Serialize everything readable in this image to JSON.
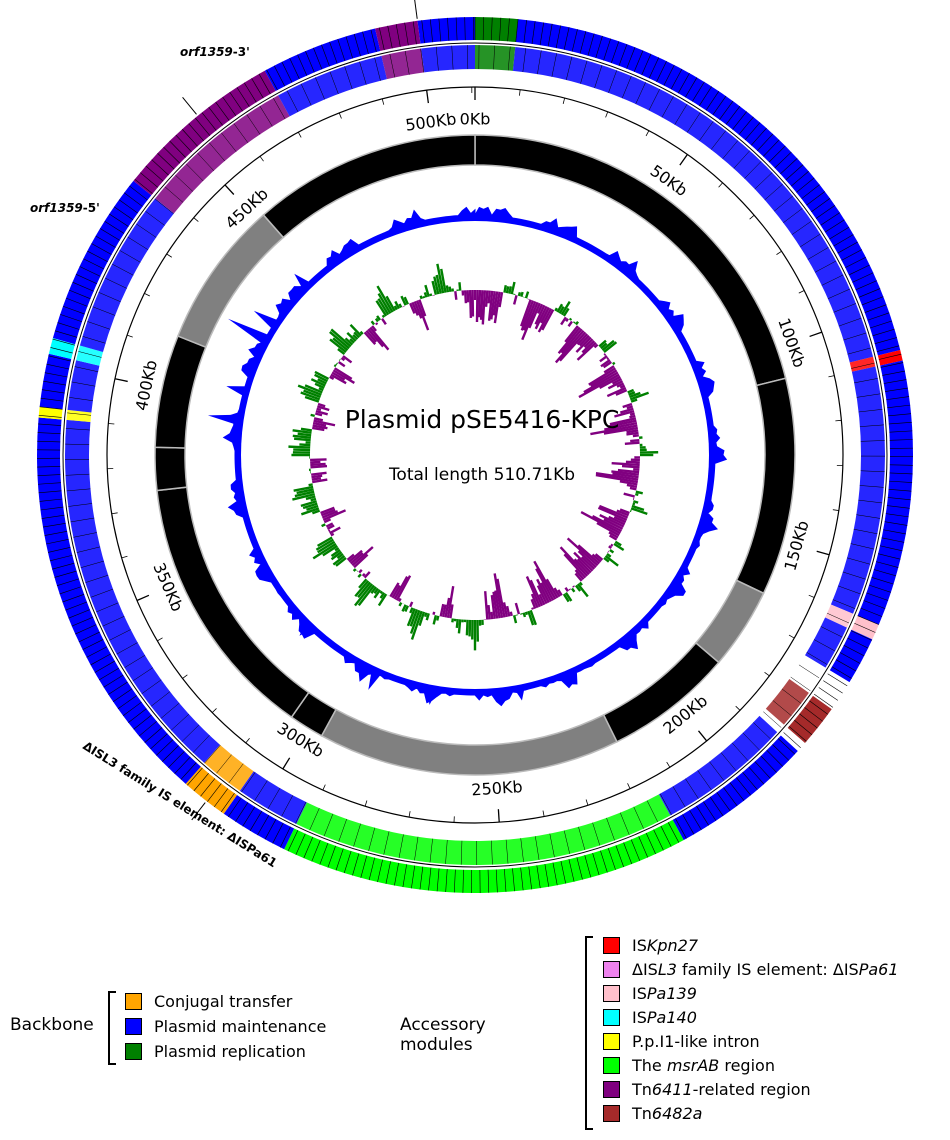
{
  "plasmid": {
    "title": "Plasmid pSE5416-KPC",
    "subtitle": "Total length 510.71Kb",
    "total_kb": 510.71
  },
  "ticks": [
    {
      "label": "0Kb",
      "kb": 0
    },
    {
      "label": "50Kb",
      "kb": 50
    },
    {
      "label": "100Kb",
      "kb": 100
    },
    {
      "label": "150Kb",
      "kb": 150
    },
    {
      "label": "200Kb",
      "kb": 200
    },
    {
      "label": "250Kb",
      "kb": 250
    },
    {
      "label": "300Kb",
      "kb": 300
    },
    {
      "label": "350Kb",
      "kb": 350
    },
    {
      "label": "400Kb",
      "kb": 400
    },
    {
      "label": "450Kb",
      "kb": 450
    },
    {
      "label": "500Kb",
      "kb": 500
    }
  ],
  "annotations": [
    {
      "name": "orf1359-3'",
      "italic": "orf1359",
      "suffix": "-3'",
      "kb": 500
    },
    {
      "name": "orf1359-5'",
      "italic": "orf1359",
      "suffix": "-5'",
      "kb": 455
    },
    {
      "name": "ΔISL3 family IS element: ΔISPa61",
      "kb": 309
    }
  ],
  "region_ring": [
    {
      "start": 0,
      "end": 108,
      "shade": "black"
    },
    {
      "start": 108,
      "end": 164,
      "shade": "black"
    },
    {
      "start": 164,
      "end": 185,
      "shade": "gray"
    },
    {
      "start": 185,
      "end": 218,
      "shade": "black"
    },
    {
      "start": 218,
      "end": 296,
      "shade": "gray"
    },
    {
      "start": 296,
      "end": 305,
      "shade": "black"
    },
    {
      "start": 305,
      "end": 374,
      "shade": "black"
    },
    {
      "start": 374,
      "end": 385,
      "shade": "black"
    },
    {
      "start": 385,
      "end": 414,
      "shade": "black"
    },
    {
      "start": 414,
      "end": 452,
      "shade": "gray"
    },
    {
      "start": 452,
      "end": 510.71,
      "shade": "black"
    }
  ],
  "colors": {
    "conjugal_transfer": "#ffa500",
    "plasmid_maintenance": "#0000ff",
    "plasmid_replication": "#008000",
    "iskpn27": "#ff0000",
    "isl3_family": "#ee82ee",
    "ispa139": "#ffc0cb",
    "ispa140": "#00ffff",
    "ppi1_intron": "#ffff00",
    "msrab_region": "#00ff00",
    "tn6411_region": "#800080",
    "tn6482a": "#a52a2a",
    "gc_content": "#0000ff",
    "gc_skew_pos": "#800080",
    "gc_skew_neg": "#008000",
    "ring_black": "#000000",
    "ring_gray": "#808080"
  },
  "feature_blocks": [
    {
      "start": 0,
      "end": 8,
      "color": "plasmid_replication"
    },
    {
      "start": 8,
      "end": 108,
      "color": "plasmid_maintenance"
    },
    {
      "start": 108,
      "end": 110,
      "color": "iskpn27"
    },
    {
      "start": 110,
      "end": 160,
      "color": "plasmid_maintenance"
    },
    {
      "start": 160,
      "end": 163,
      "color": "ispa139"
    },
    {
      "start": 163,
      "end": 172,
      "color": "plasmid_maintenance"
    },
    {
      "start": 178,
      "end": 186,
      "color": "tn6482a"
    },
    {
      "start": 188,
      "end": 215,
      "color": "plasmid_maintenance"
    },
    {
      "start": 215,
      "end": 292,
      "color": "msrab_region"
    },
    {
      "start": 292,
      "end": 305,
      "color": "plasmid_maintenance"
    },
    {
      "start": 305,
      "end": 314,
      "color": "conjugal_transfer"
    },
    {
      "start": 314,
      "end": 390,
      "color": "plasmid_maintenance"
    },
    {
      "start": 390,
      "end": 392,
      "color": "ppi1_intron"
    },
    {
      "start": 392,
      "end": 402,
      "color": "plasmid_maintenance"
    },
    {
      "start": 402,
      "end": 405,
      "color": "ispa140"
    },
    {
      "start": 405,
      "end": 438,
      "color": "plasmid_maintenance"
    },
    {
      "start": 438,
      "end": 470,
      "color": "tn6411_region"
    },
    {
      "start": 470,
      "end": 492,
      "color": "plasmid_maintenance"
    },
    {
      "start": 492,
      "end": 500,
      "color": "tn6411_region"
    },
    {
      "start": 500,
      "end": 510.71,
      "color": "plasmid_maintenance"
    }
  ],
  "legend": {
    "backbone": {
      "title": "Backbone",
      "items": [
        {
          "label": "Conjugal transfer",
          "color": "conjugal_transfer"
        },
        {
          "label": "Plasmid maintenance",
          "color": "plasmid_maintenance"
        },
        {
          "label": "Plasmid replication",
          "color": "plasmid_replication"
        }
      ]
    },
    "accessory": {
      "title": "Accessory modules",
      "items": [
        {
          "label": "ISKpn27",
          "color": "iskpn27"
        },
        {
          "label": "ΔISL3 family IS element: ΔISPa61",
          "color": "isl3_family"
        },
        {
          "label": "ISPa139",
          "color": "ispa139"
        },
        {
          "label": "ISPa140",
          "color": "ispa140"
        },
        {
          "label": "P.p.I1-like intron",
          "color": "ppi1_intron"
        },
        {
          "label": "The msrAB region",
          "color": "msrab_region"
        },
        {
          "label": "Tn6411-related region",
          "color": "tn6411_region"
        },
        {
          "label": "Tn6482a",
          "color": "tn6482a"
        }
      ]
    }
  }
}
